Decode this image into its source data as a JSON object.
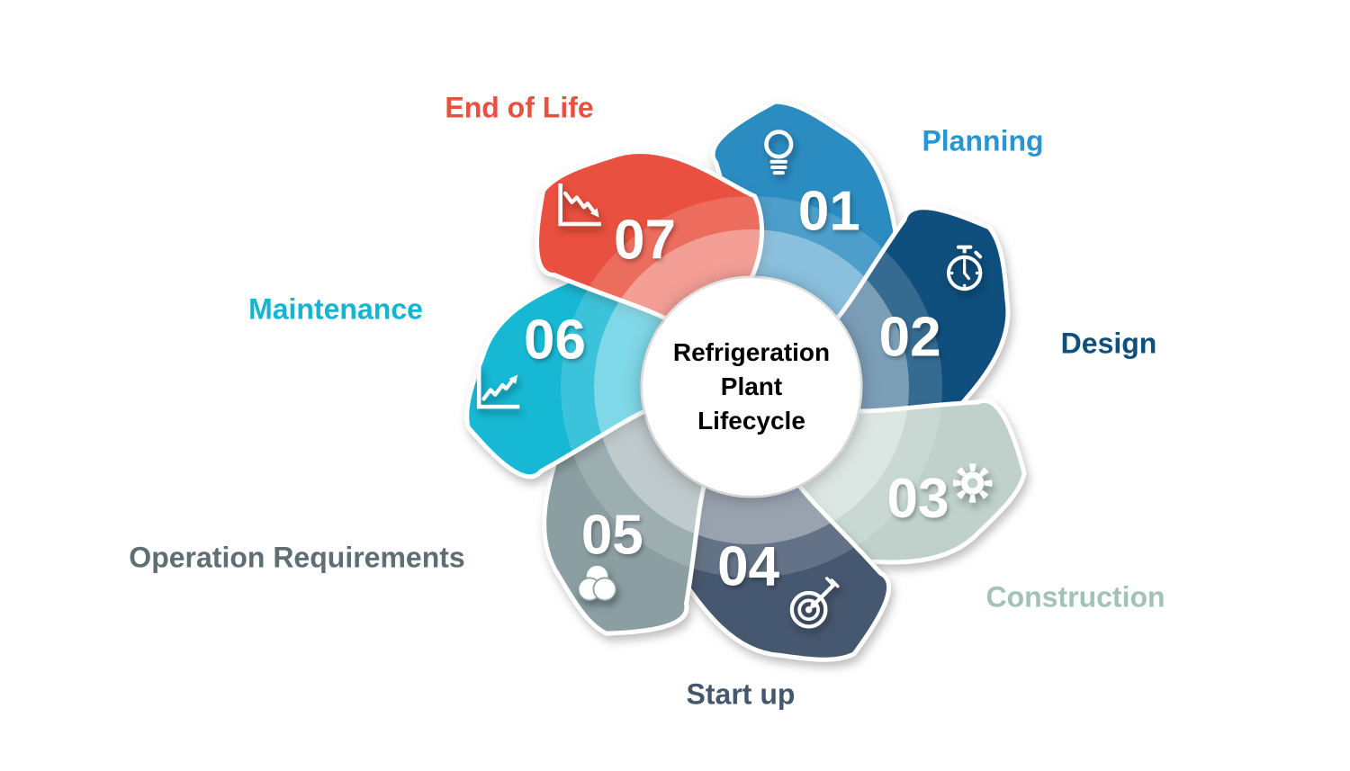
{
  "background_color": "#FFFFFF",
  "center": {
    "title_lines": [
      "Refrigeration",
      "Plant",
      "Lifecycle"
    ],
    "circle_color": "#FFFFFF",
    "text_color": "#000000"
  },
  "segments": [
    {
      "number": "01",
      "label": "Planning",
      "color": "#2B8CC2",
      "label_color": "#2A96CF",
      "icon": "lightbulb-icon"
    },
    {
      "number": "02",
      "label": "Design",
      "color": "#0F4F7D",
      "label_color": "#0F4F7D",
      "icon": "stopwatch-icon"
    },
    {
      "number": "03",
      "label": "Construction",
      "color": "#BFD1CA",
      "label_color": "#A3C2B7",
      "icon": "gear-icon"
    },
    {
      "number": "04",
      "label": "Start up",
      "color": "#46586F",
      "label_color": "#44576D",
      "icon": "target-arrow-icon"
    },
    {
      "number": "05",
      "label": "Operation Requirements",
      "color": "#8B9FA3",
      "label_color": "#5F6E73",
      "icon": "venn-circles-icon"
    },
    {
      "number": "06",
      "label": "Maintenance",
      "color": "#16B8D4",
      "label_color": "#14B5D2",
      "icon": "chart-up-icon"
    },
    {
      "number": "07",
      "label": "End of Life",
      "color": "#E9503F",
      "label_color": "#E9503F",
      "icon": "chart-down-icon"
    }
  ]
}
